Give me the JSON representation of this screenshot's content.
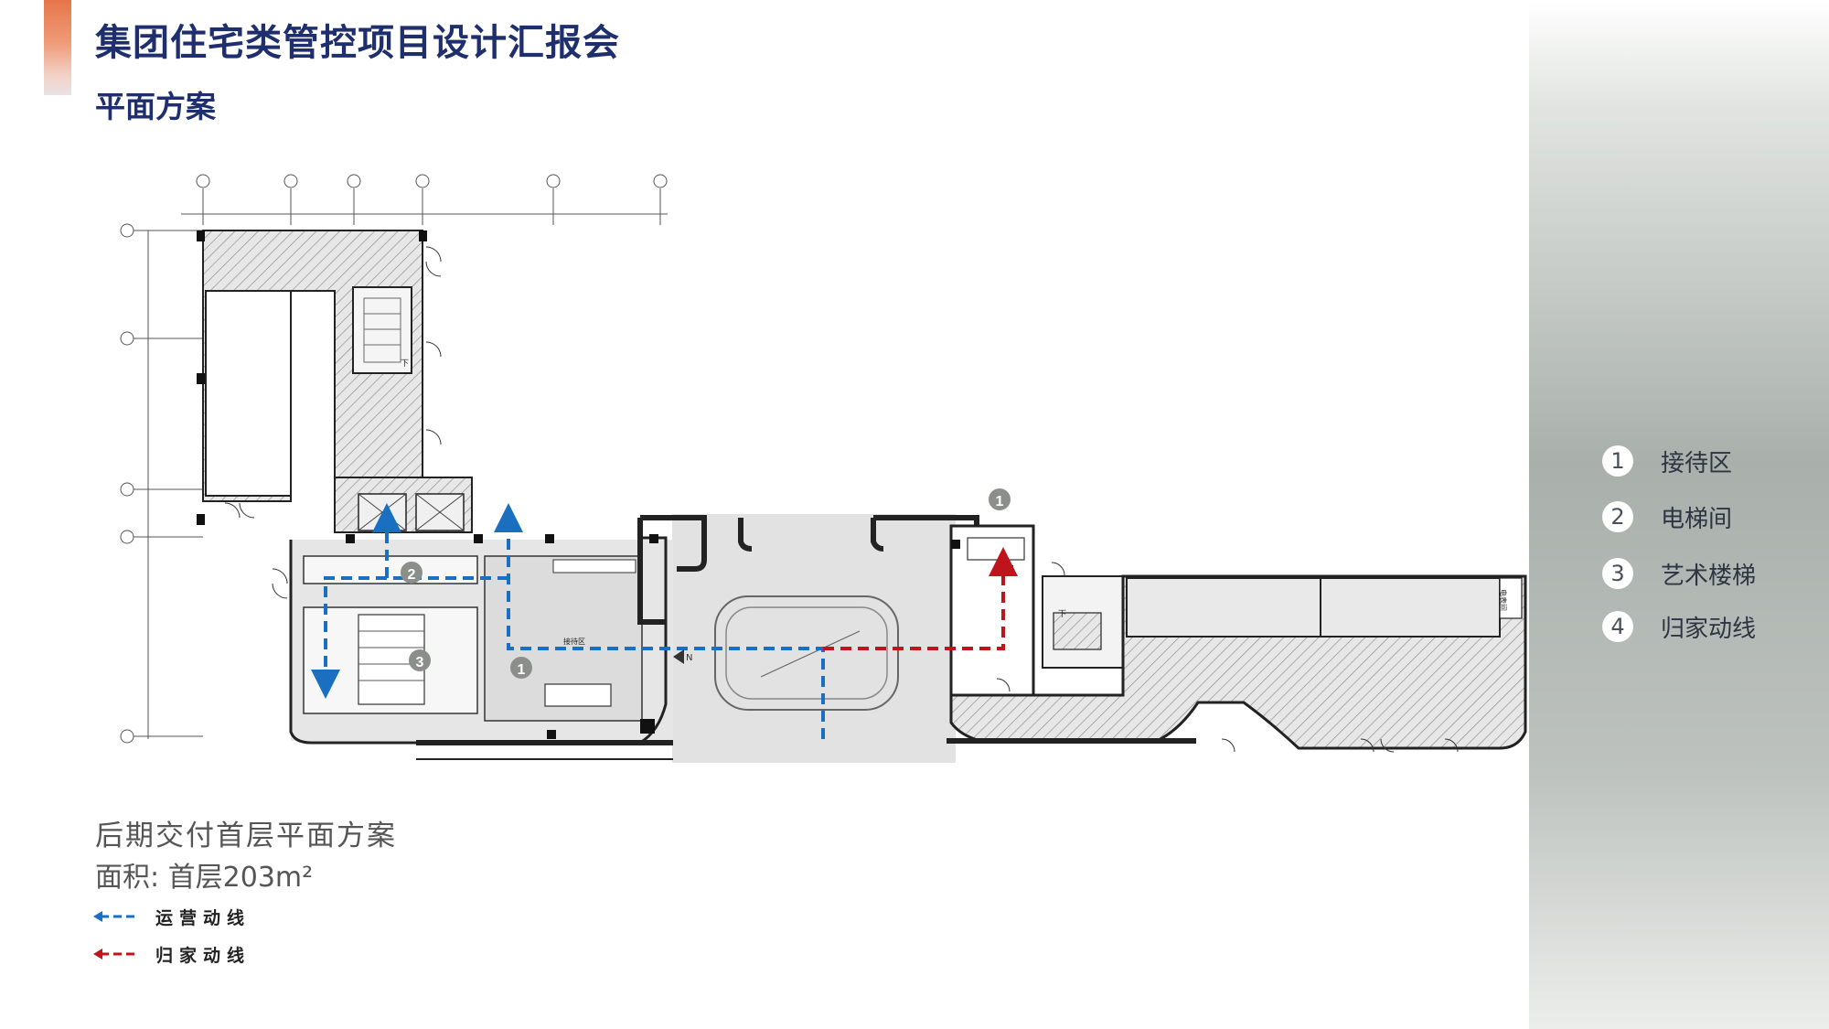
{
  "header": {
    "title": "集团住宅类管控项目设计汇报会",
    "subtitle": "平面方案"
  },
  "legend": [
    {
      "num": "1",
      "label": "接待区"
    },
    {
      "num": "2",
      "label": "电梯间"
    },
    {
      "num": "3",
      "label": "艺术楼梯"
    },
    {
      "num": "4",
      "label": "归家动线"
    }
  ],
  "plan": {
    "caption": "后期交付首层平面方案",
    "area": "面积: 首层203m²",
    "markers": [
      "1",
      "2",
      "3",
      "1"
    ],
    "room_label": "接待区",
    "electric_room": "电表间",
    "down_label": "下",
    "north_label": "N"
  },
  "flows": [
    {
      "label": "运营动线",
      "color": "#1a6fc1"
    },
    {
      "label": "归家动线",
      "color": "#c0141c"
    }
  ]
}
